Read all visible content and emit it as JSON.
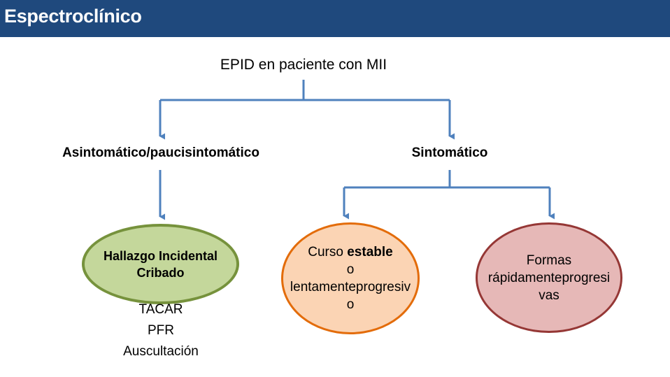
{
  "header": {
    "title": "Espectroclínico",
    "background_color": "#1f497d"
  },
  "diagram": {
    "root": "EPID en paciente con MII",
    "left_branch": {
      "label": "Asintomático/paucisintomático",
      "node": {
        "lines": [
          "Hallazgo Incidental",
          "Cribado"
        ],
        "fill_color": "#c4d79b",
        "border_color": "#76923c"
      },
      "details": [
        "TACAR",
        "PFR",
        "Auscultación"
      ]
    },
    "right_branch": {
      "label": "Sintomático",
      "nodes": [
        {
          "line1_prefix": "Curso ",
          "line1_bold": "estable",
          "line2": "o",
          "line3": "lentamenteprogresiv",
          "line4": "o",
          "fill_color": "#fbd4b4",
          "border_color": "#e36c0a"
        },
        {
          "lines": [
            "Formas",
            "rápidamenteprogresi",
            "vas"
          ],
          "fill_color": "#e6b8b7",
          "border_color": "#953735"
        }
      ]
    },
    "connector_color": "#4f81bd"
  }
}
